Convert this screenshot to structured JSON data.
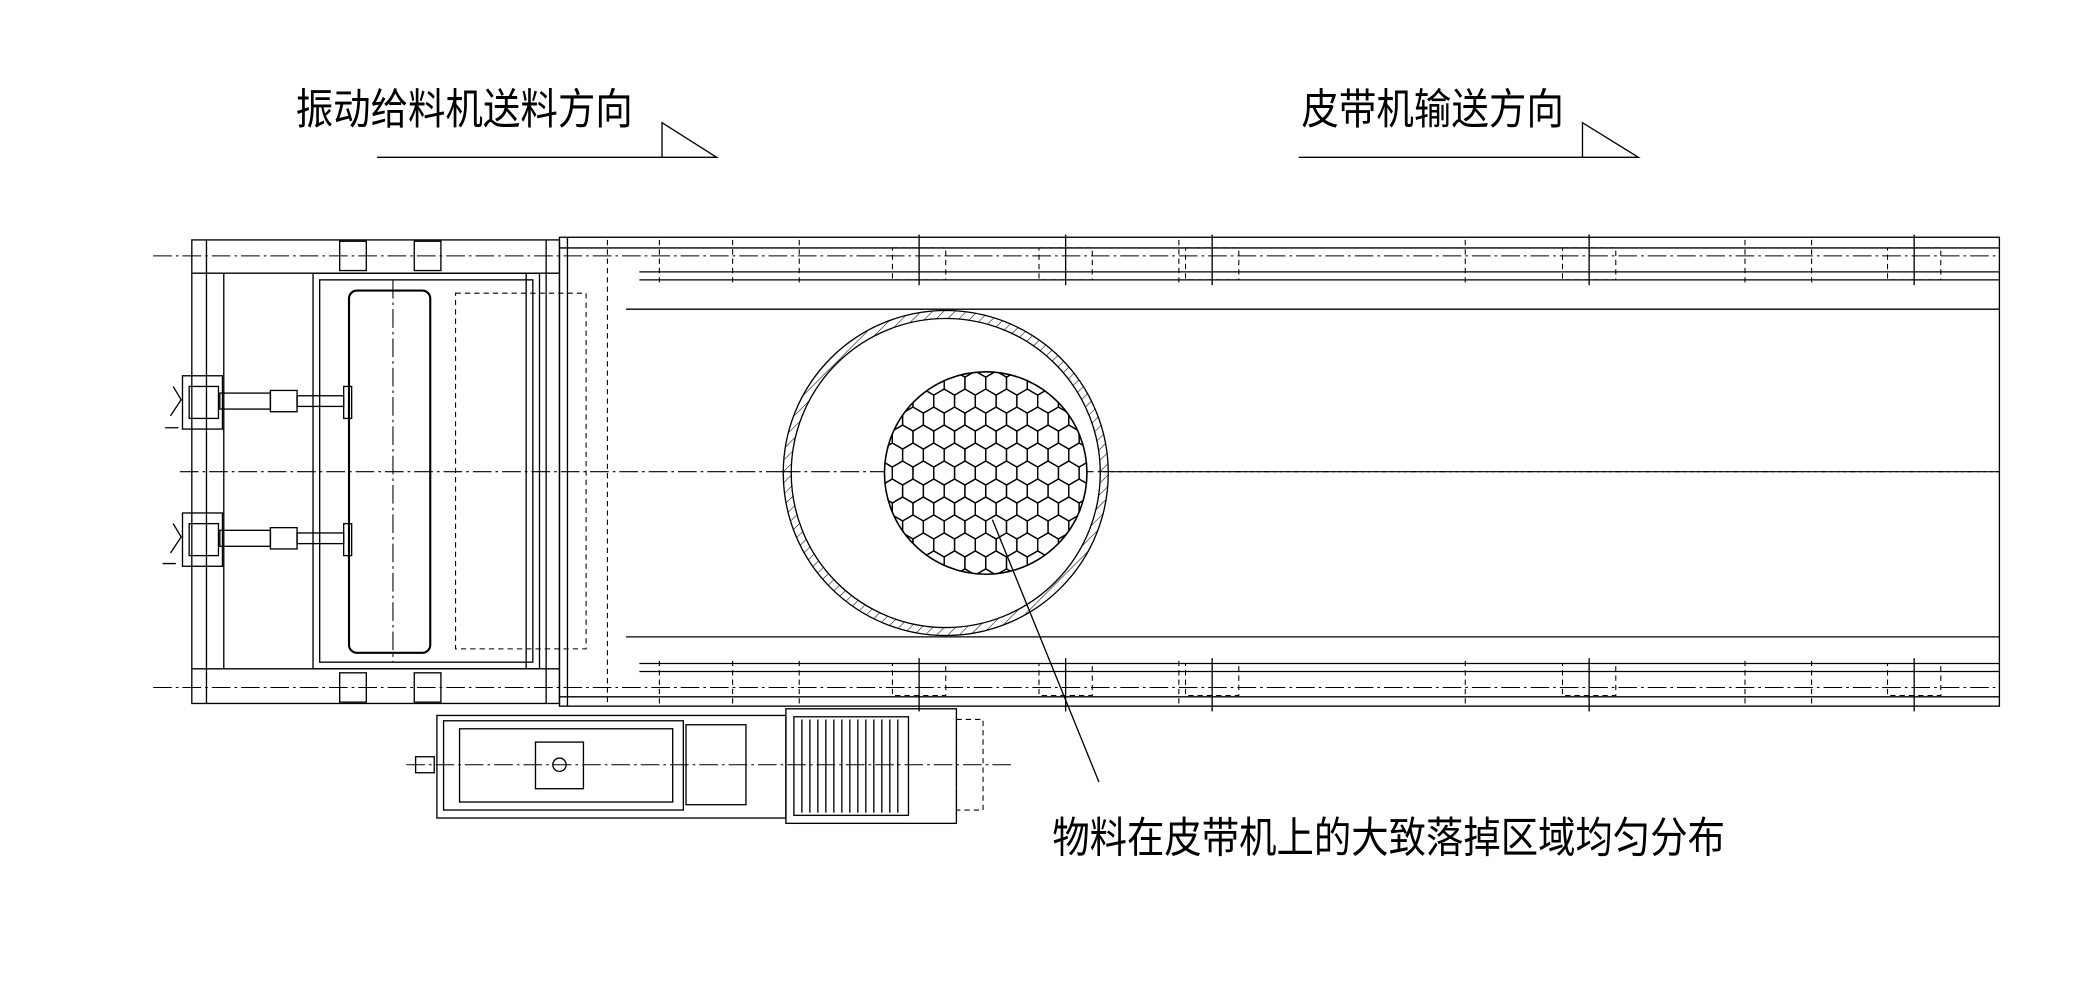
{
  "drawing": {
    "feeder_direction_label": "振动给料机送料方向",
    "conveyor_direction_label": "皮带机输送方向",
    "material_area_note": "物料在皮带机上的大致落掉区域均匀分布"
  },
  "colors": {
    "line": "#000000",
    "background": "#ffffff"
  }
}
